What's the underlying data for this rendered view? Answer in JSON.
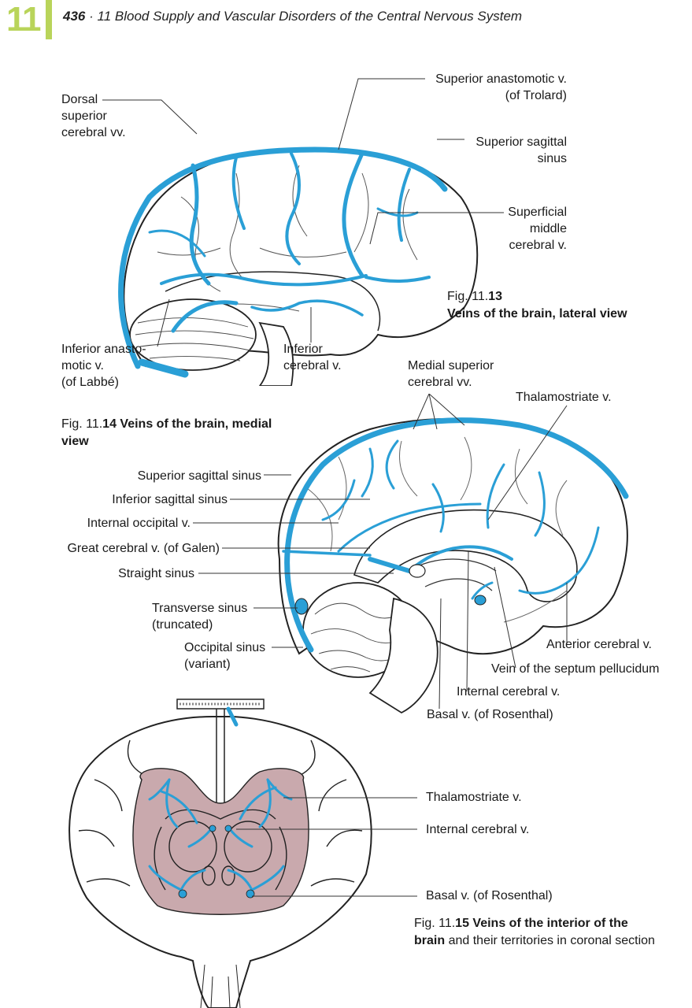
{
  "header": {
    "chapter_number": "11",
    "page_number": "436",
    "separator": "·",
    "running_title": "11 Blood Supply and Vascular Disorders of the Central Nervous System"
  },
  "colors": {
    "vein": "#2a9fd6",
    "territory": "#c9a9ad",
    "chapter_accent": "#b9d45a"
  },
  "fig13": {
    "labels": {
      "dorsal": "Dorsal\nsuperior\ncerebral vv.",
      "trolard": "Superior anastomotic v.\n(of Trolard)",
      "sss": "Superior sagittal\nsinus",
      "smcv": "Superficial\nmiddle\ncerebral v.",
      "labbe": "Inferior anasto-\nmotic v.\n(of Labbé)",
      "icv": "Inferior\ncerebral v."
    },
    "caption_num": "Fig. 11.",
    "caption_num_bold": "13",
    "caption_title": "Veins of the brain, lateral view"
  },
  "fig14": {
    "caption_num": "Fig. 11.",
    "caption_num_bold": "14",
    "caption_title": "Veins of the brain, medial view",
    "labels": {
      "medial_sup": "Medial superior\ncerebral vv.",
      "thalamostriate": "Thalamostriate v.",
      "sss": "Superior sagittal sinus",
      "iss": "Inferior sagittal sinus",
      "int_occ": "Internal occipital v.",
      "galen": "Great cerebral v. (of Galen)",
      "straight": "Straight sinus",
      "transverse": "Transverse sinus\n(truncated)",
      "occipital": "Occipital sinus\n(variant)",
      "ant_cer": "Anterior cerebral v.",
      "septum": "Vein of the septum pellucidum",
      "internal_cer": "Internal cerebral v.",
      "basal": "Basal v. (of Rosenthal)"
    }
  },
  "fig15": {
    "labels": {
      "thalamostriate": "Thalamostriate v.",
      "internal_cer": "Internal cerebral v.",
      "basal": "Basal v. (of Rosenthal)"
    },
    "caption_num": "Fig. 11.",
    "caption_num_bold": "15",
    "caption_title": "Veins of the interior of the brain",
    "caption_rest": "and their territories in coronal section"
  }
}
